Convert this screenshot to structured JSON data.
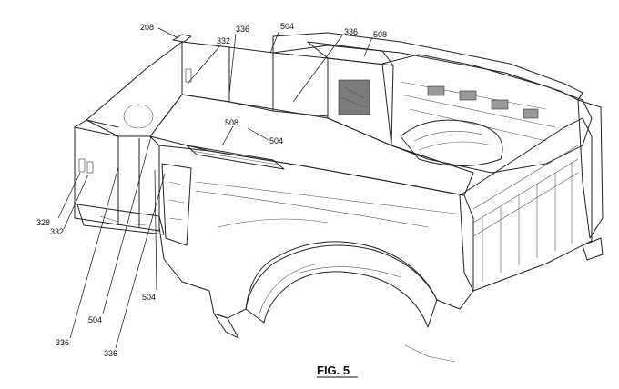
{
  "figure": {
    "caption": "FIG. 5"
  },
  "reference_labels": [
    {
      "id": "label-208",
      "text": "208"
    },
    {
      "id": "label-336-top",
      "text": "336"
    },
    {
      "id": "label-504-top",
      "text": "504"
    },
    {
      "id": "label-336-right",
      "text": "336"
    },
    {
      "id": "label-508-top",
      "text": "508"
    },
    {
      "id": "label-332-top",
      "text": "332"
    },
    {
      "id": "label-508-mid",
      "text": "508"
    },
    {
      "id": "label-504-mid",
      "text": "504"
    },
    {
      "id": "label-328",
      "text": "328"
    },
    {
      "id": "label-332-left",
      "text": "332"
    },
    {
      "id": "label-504-bottom-right",
      "text": "504"
    },
    {
      "id": "label-504-bottom-left",
      "text": "504"
    },
    {
      "id": "label-336-bottom-left",
      "text": "336"
    },
    {
      "id": "label-336-bottom-mid",
      "text": "336"
    }
  ],
  "colors": {
    "panel_dark": "#8e8e8e",
    "panel_mid": "#b4b4b4",
    "panel_light": "#d2d2d2",
    "floor": "#f2f2f2",
    "body_shade": "#c9c9c9",
    "line": "#222222"
  }
}
